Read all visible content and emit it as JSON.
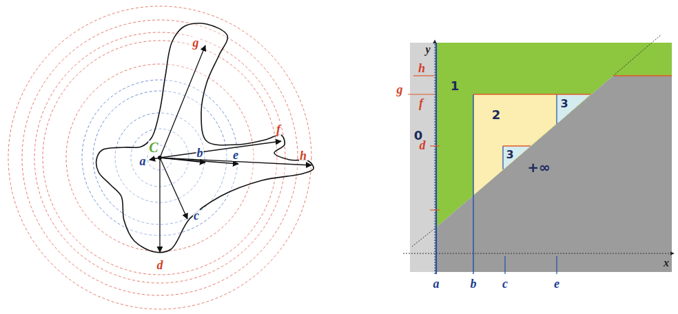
{
  "diagram": {
    "nodes": [
      {
        "text": [
          "0"
        ]
      },
      {
        "text": [
          "1"
        ]
      },
      {
        "text": [
          "2"
        ],
        "in": 1
      },
      {
        "text": [
          "3"
        ],
        "in": 2
      },
      {
        "text": [
          "3"
        ],
        "in": 2
      },
      {
        "text": [
          "+∞"
        ]
      }
    ],
    "labels": [
      "C",
      "a",
      "b",
      "c",
      "d",
      "e",
      "f",
      "g",
      "h",
      "y",
      "h",
      "g",
      "f",
      "d",
      "x",
      "a",
      "b",
      "c",
      "e"
    ]
  }
}
